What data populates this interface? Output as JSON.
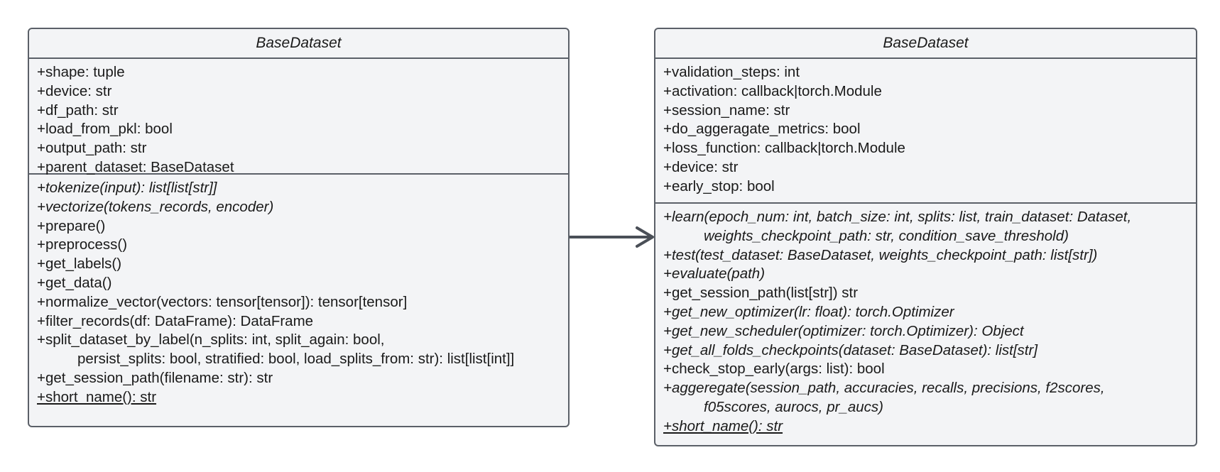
{
  "classes": [
    {
      "name": "BaseDataset",
      "attributes": [
        "+shape: tuple",
        "+device: str",
        "+df_path: str",
        "+load_from_pkl: bool",
        "+output_path: str",
        "+parent_dataset: BaseDataset"
      ],
      "methods": [
        {
          "text": "+tokenize(input): list[list[str]]",
          "style": "italic"
        },
        {
          "text": "+vectorize(tokens_records, encoder)",
          "style": "italic"
        },
        {
          "text": "+prepare()",
          "style": "normal"
        },
        {
          "text": "+preprocess()",
          "style": "normal"
        },
        {
          "text": "+get_labels()",
          "style": "normal"
        },
        {
          "text": "+get_data()",
          "style": "normal"
        },
        {
          "text": "+normalize_vector(vectors: tensor[tensor]): tensor[tensor]",
          "style": "normal"
        },
        {
          "text": "+filter_records(df: DataFrame): DataFrame",
          "style": "normal"
        },
        {
          "text": "+split_dataset_by_label(n_splits: int, split_again: bool,",
          "style": "normal"
        },
        {
          "text": "persist_splits: bool, stratified: bool, load_splits_from: str): list[list[int]]",
          "style": "normal",
          "continuation": true
        },
        {
          "text": "+get_session_path(filename: str): str",
          "style": "normal"
        },
        {
          "text": "+short_name(): str",
          "style": "underline"
        }
      ]
    },
    {
      "name": "BaseDataset",
      "attributes": [
        "+validation_steps: int",
        "+activation: callback|torch.Module",
        "+session_name: str",
        "+do_aggeragate_metrics: bool",
        "+loss_function: callback|torch.Module",
        "+device: str",
        "+early_stop: bool"
      ],
      "methods": [
        {
          "text": "+learn(epoch_num: int, batch_size: int, splits: list, train_dataset: Dataset,",
          "style": "italic"
        },
        {
          "text": "weights_checkpoint_path: str, condition_save_threshold)",
          "style": "italic",
          "continuation": true
        },
        {
          "text": "+test(test_dataset: BaseDataset, weights_checkpoint_path: list[str])",
          "style": "italic"
        },
        {
          "text": "+evaluate(path)",
          "style": "italic"
        },
        {
          "text": "+get_session_path(list[str]) str",
          "style": "normal"
        },
        {
          "text": "+get_new_optimizer(lr: float): torch.Optimizer",
          "style": "italic"
        },
        {
          "text": "+get_new_scheduler(optimizer: torch.Optimizer): Object",
          "style": "italic"
        },
        {
          "text": "+get_all_folds_checkpoints(dataset: BaseDataset): list[str]",
          "style": "italic"
        },
        {
          "text": "+check_stop_early(args: list): bool",
          "style": "normal"
        },
        {
          "text": "+aggeregate(session_path, accuracies, recalls, precisions, f2scores,",
          "style": "italic"
        },
        {
          "text": "f05scores, aurocs, pr_aucs)",
          "style": "italic",
          "continuation": true
        },
        {
          "text": "+short_name(): str",
          "style": "italic underline"
        }
      ]
    }
  ],
  "relations": [
    {
      "type": "association",
      "from": 0,
      "to": 1,
      "arrow": "open"
    }
  ],
  "colors": {
    "box_fill": "#f3f4f6",
    "border": "#5b6068",
    "arrow": "#4a4f57"
  }
}
